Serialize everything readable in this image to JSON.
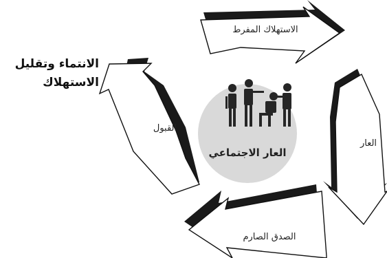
{
  "side_title": {
    "line1": "الانتماء وتقليل",
    "line2": "الاستهلاك"
  },
  "center": {
    "label": "العار الاجتماعي",
    "icon": "people-group-icon"
  },
  "steps": [
    {
      "label": "الاستهلاك المفرط"
    },
    {
      "label": "العار"
    },
    {
      "label": "الصدق الصارم"
    },
    {
      "label": "القبول"
    }
  ],
  "colors": {
    "center_fill": "#d9d9d9",
    "arrow_face": "#ffffff",
    "arrow_shadow": "#1a1a1a",
    "icon": "#262626"
  }
}
